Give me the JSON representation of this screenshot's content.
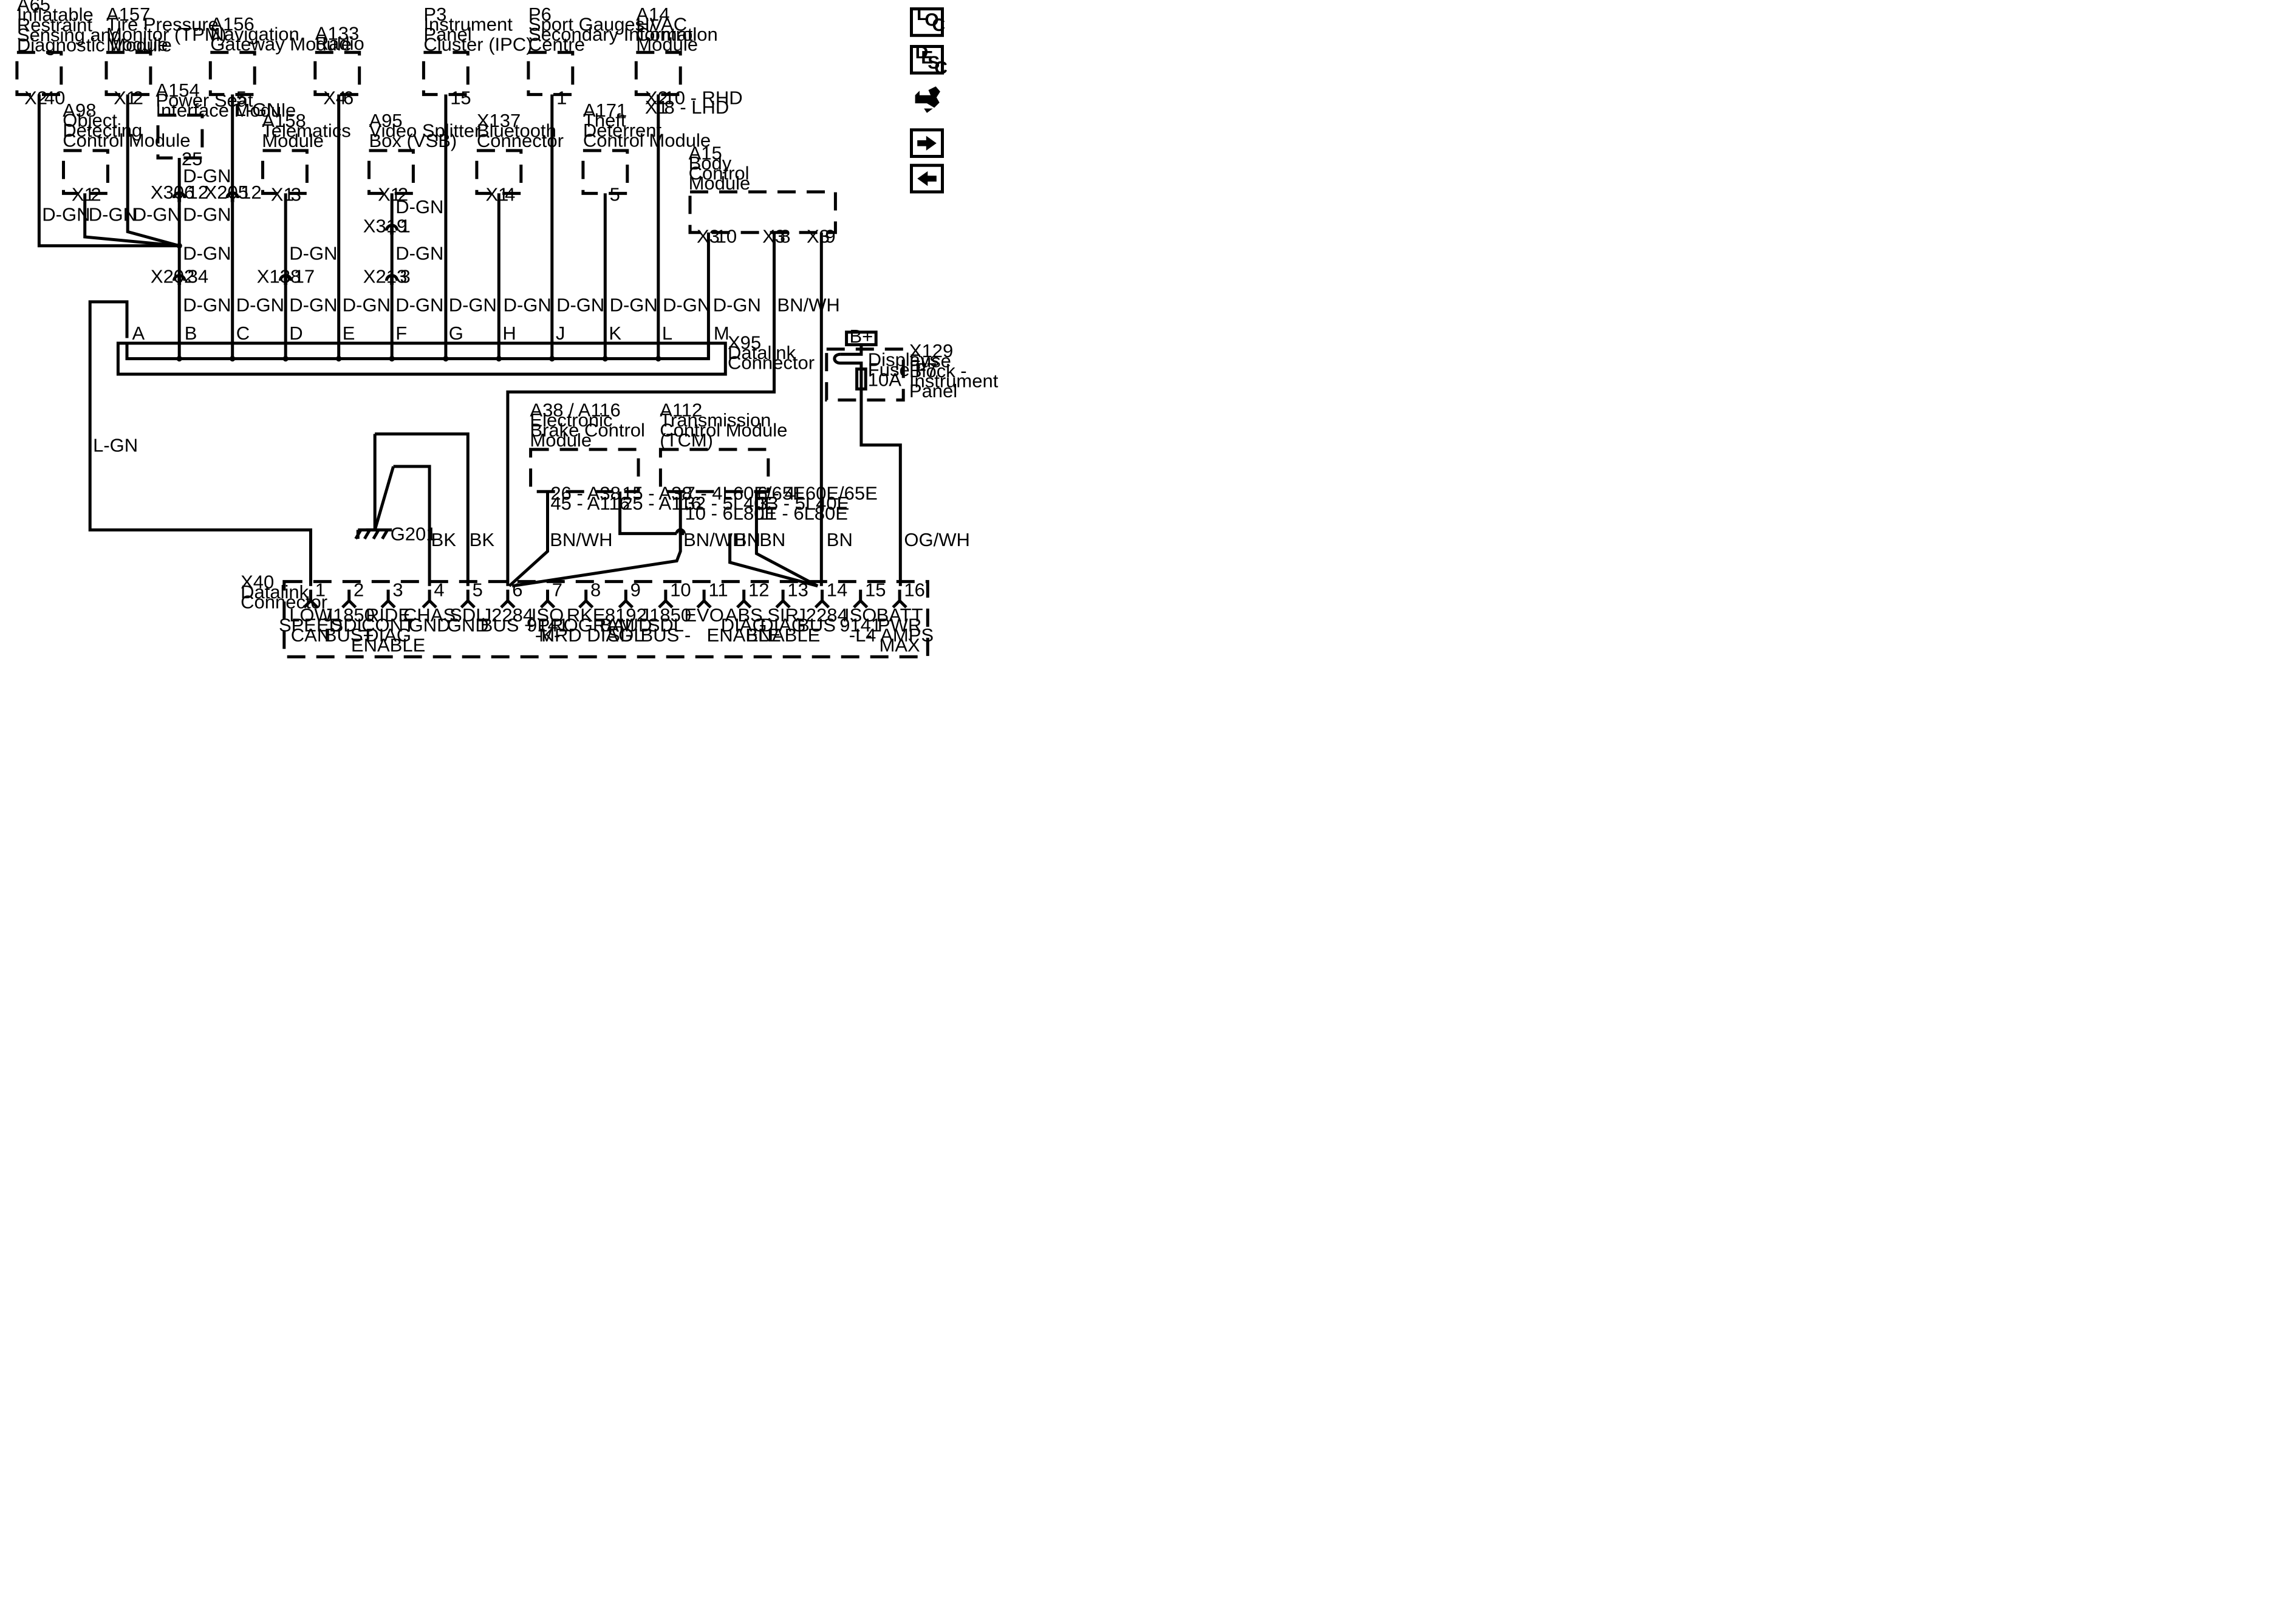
{
  "modules": {
    "a65": {
      "lines": [
        "A65",
        "Inflatable",
        "Restraint",
        "Sensing and",
        "Diagnostic Module"
      ],
      "pin_conn": "X2",
      "pin_num": "40"
    },
    "a157": {
      "lines": [
        "A157",
        "Tire Pressure",
        "Monitor (TPM)",
        "Module"
      ],
      "pin_conn": "X1",
      "pin_num": "2"
    },
    "a156": {
      "lines": [
        "A156",
        "Navigation",
        "Gateway Module"
      ],
      "pin_num": "5",
      "wire": "L-GN"
    },
    "a133": {
      "lines": [
        "A133",
        "Radio"
      ],
      "pin_conn": "X4",
      "pin_num": "6"
    },
    "p3": {
      "lines": [
        "P3",
        "Instrument",
        "Panel",
        "Cluster (IPC)"
      ],
      "pin_num": "15"
    },
    "p6": {
      "lines": [
        "P6",
        "Sport Gauges /",
        "Secondary Information",
        "Centre"
      ],
      "pin_num": "1"
    },
    "a14": {
      "lines": [
        "A14",
        "HVAC",
        "Control",
        "Module"
      ],
      "pin_conn1": "X2",
      "pin_note1": "10 - RHD",
      "pin_conn2": "X1",
      "pin_note2": "8   - LHD"
    },
    "a154": {
      "lines": [
        "A154",
        "Power Seat",
        "Interface Module"
      ],
      "pin_num": "25"
    },
    "a98": {
      "lines": [
        "A98",
        "Object",
        "Detecting",
        "Control Module"
      ],
      "pin_conn": "X1",
      "pin_num": "2"
    },
    "a158": {
      "lines": [
        "A158",
        "Telematics",
        "Module"
      ],
      "pin_conn": "X1",
      "pin_num": "3"
    },
    "a95": {
      "lines": [
        "A95",
        "Video Splitter",
        "Box (VSB)"
      ],
      "pin_conn": "X1",
      "pin_num": "2"
    },
    "x137": {
      "lines": [
        "X137",
        "Bluetooth",
        "Connector"
      ],
      "pin_conn": "X1",
      "pin_num": "4"
    },
    "a171": {
      "lines": [
        "A171",
        "Theft",
        "Deterrent",
        "Control Module"
      ],
      "pin_num": "5"
    },
    "a15": {
      "lines": [
        "A15",
        "Body",
        "Control",
        "Module"
      ],
      "pins": [
        {
          "conn": "X3",
          "num": "10"
        },
        {
          "conn": "X3",
          "num": "8"
        },
        {
          "conn": "X3",
          "num": "9"
        }
      ]
    },
    "a38": {
      "lines": [
        "A38 / A116",
        "Electronic",
        "Brake Control",
        "Module"
      ],
      "pin_left": [
        "26 - A38",
        "45 - A116"
      ],
      "pin_right": [
        "15 - A38",
        "25 - A116"
      ]
    },
    "a112": {
      "lines": [
        "A112",
        "Transmission",
        "Control Module",
        "(TCM)"
      ],
      "pin_left": [
        "7 - 4L60E/65E",
        "32 - 5L40E",
        "10 - 6L80E"
      ],
      "pin_right": [
        "6 - 4L60E/65E",
        "33 - 5L40E",
        "11 - 6L80E"
      ]
    }
  },
  "inline_connectors": {
    "x306": {
      "name": "X306",
      "pin": "12"
    },
    "x205": {
      "name": "X205",
      "pin": "12"
    },
    "x202": {
      "name": "X202",
      "pin": "34"
    },
    "x138": {
      "name": "X138",
      "pin": "17"
    },
    "x319": {
      "name": "X319",
      "pin": "1"
    },
    "x213": {
      "name": "X213",
      "pin": "3"
    }
  },
  "wire_colors": {
    "dgn": "D-GN",
    "lgn": "L-GN",
    "bnwh": "BN/WH",
    "bk": "BK",
    "bn": "BN",
    "ogwh": "OG/WH"
  },
  "x95": {
    "label_lines": [
      "X95",
      "Datalink",
      "Connector"
    ],
    "pins": [
      "A",
      "B",
      "C",
      "D",
      "E",
      "F",
      "G",
      "H",
      "J",
      "K",
      "L",
      "M"
    ]
  },
  "x129": {
    "label_lines": [
      "X129",
      "Fuse",
      "Block -",
      "Instrument",
      "Panel"
    ],
    "supply": "B+",
    "fuse_lines": [
      "Displays",
      "Fuse F7",
      "10A"
    ]
  },
  "ground": {
    "name": "G201"
  },
  "x40": {
    "label_lines": [
      "X40",
      "Datalink",
      "Connector"
    ],
    "pins": [
      {
        "num": "1",
        "lines": [
          "LOW",
          "SPEED",
          "CAN"
        ]
      },
      {
        "num": "2",
        "lines": [
          "J1850",
          "SDL",
          "BUS+"
        ]
      },
      {
        "num": "3",
        "lines": [
          "RIDE",
          "CONT",
          "DIAG",
          "ENABLE"
        ]
      },
      {
        "num": "4",
        "lines": [
          "CHAS",
          "GND"
        ]
      },
      {
        "num": "5",
        "lines": [
          "SDL",
          "GND"
        ]
      },
      {
        "num": "6",
        "lines": [
          "J2284",
          "BUS +"
        ]
      },
      {
        "num": "7",
        "lines": [
          "ISO",
          "9141",
          "-K-"
        ]
      },
      {
        "num": "8",
        "lines": [
          "RKE",
          "PROGRAM",
          "MRD DIAG"
        ]
      },
      {
        "num": "9",
        "lines": [
          "8192",
          "BAUD",
          "SDL"
        ]
      },
      {
        "num": "10",
        "lines": [
          "J1850",
          "SDL",
          "BUS -"
        ]
      },
      {
        "num": "11",
        "lines": [
          "EVO"
        ]
      },
      {
        "num": "12",
        "lines": [
          "ABS",
          "DIAG",
          "ENABLE"
        ]
      },
      {
        "num": "13",
        "lines": [
          "SIR",
          "DIAG",
          "ENABLE"
        ]
      },
      {
        "num": "14",
        "lines": [
          "J2284",
          "BUS -"
        ]
      },
      {
        "num": "15",
        "lines": [
          "ISO",
          "9141",
          "-L-"
        ]
      },
      {
        "num": "16",
        "lines": [
          "BATT",
          "PWR",
          "4 AMPS",
          "MAX"
        ]
      }
    ]
  },
  "nav_icons": {
    "loc": [
      "L",
      "O",
      "C"
    ],
    "desc": [
      "D",
      "E",
      "S",
      "C"
    ],
    "items": [
      "location-icon",
      "description-icon",
      "connector-views-icon",
      "next-page-icon",
      "previous-page-icon"
    ]
  }
}
